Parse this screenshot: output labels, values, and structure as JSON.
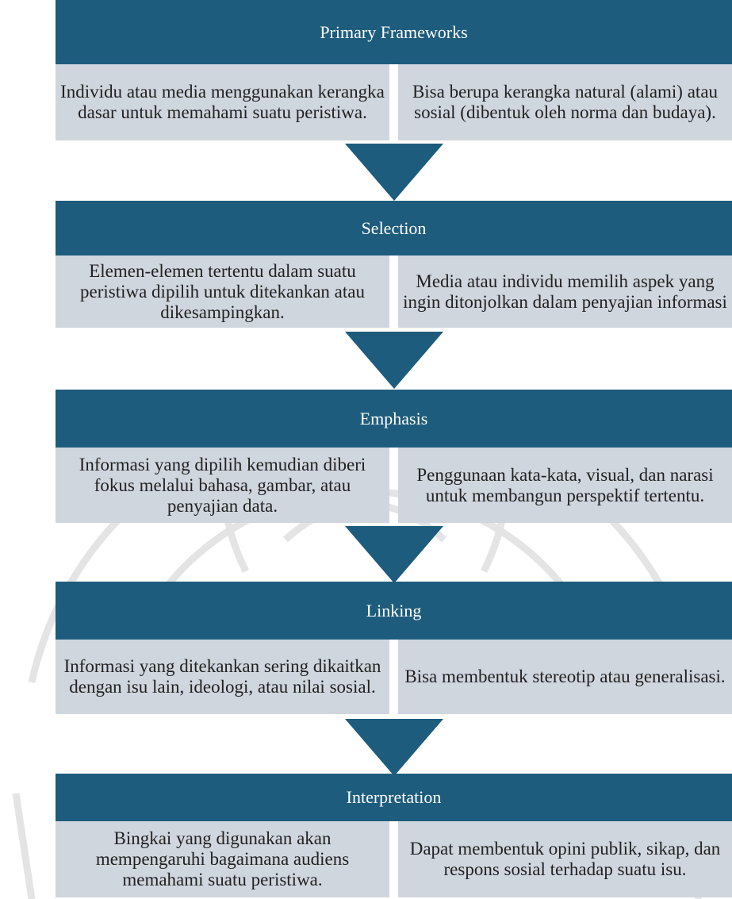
{
  "colors": {
    "header_bg": "#1d5c7d",
    "box_bg": "#cfd6dd",
    "arrow": "#1d5c7d",
    "watermark": "#e4e4e4"
  },
  "stages": [
    {
      "title": "Primary Frameworks",
      "left": "Individu atau media menggunakan kerangka dasar untuk memahami suatu peristiwa.",
      "right": "Bisa berupa kerangka natural (alami) atau sosial (dibentuk oleh norma dan budaya)."
    },
    {
      "title": "Selection",
      "left": "Elemen-elemen tertentu dalam suatu peristiwa dipilih untuk ditekankan atau dikesampingkan.",
      "right": "Media atau individu memilih aspek yang ingin ditonjolkan dalam penyajian informasi"
    },
    {
      "title": "Emphasis",
      "left": "Informasi yang dipilih kemudian diberi fokus melalui bahasa, gambar, atau penyajian data.",
      "right": "Penggunaan kata-kata, visual, dan narasi untuk membangun perspektif tertentu."
    },
    {
      "title": "Linking",
      "left": "Informasi yang ditekankan sering dikaitkan dengan isu lain, ideologi, atau nilai sosial.",
      "right": "Bisa membentuk stereotip atau generalisasi."
    },
    {
      "title": "Interpretation",
      "left": "Bingkai yang digunakan akan mempengaruhi bagaimana audiens memahami suatu peristiwa.",
      "right": "Dapat membentuk opini publik, sikap, dan respons sosial terhadap suatu isu."
    }
  ]
}
